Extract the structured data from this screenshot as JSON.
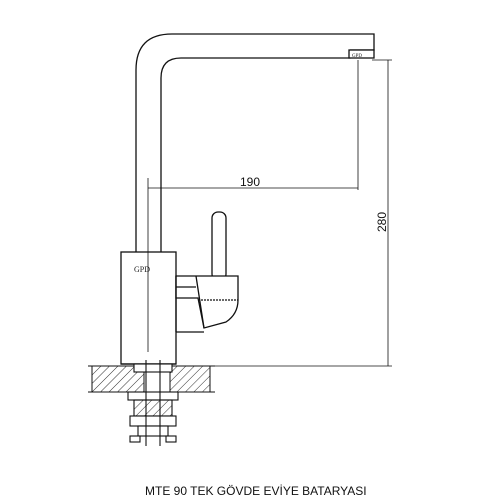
{
  "dimensions": {
    "horizontal": "190",
    "vertical": "280"
  },
  "brand": {
    "body_mark": "GPD",
    "spout_mark": "GPD"
  },
  "caption": "MTE 90 TEK GÖVDE EVİYE BATARYASI",
  "colors": {
    "line": "#111111",
    "hatch": "#333333",
    "background": "#ffffff"
  }
}
